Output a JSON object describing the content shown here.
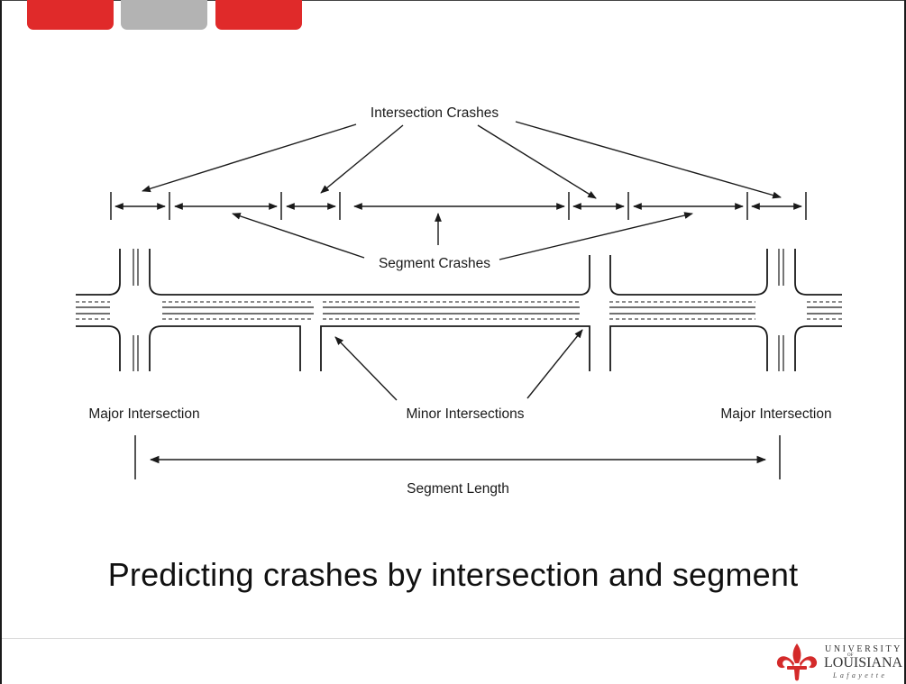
{
  "diagram": {
    "labels": {
      "intersection_crashes": "Intersection Crashes",
      "segment_crashes": "Segment Crashes",
      "major_intersection_left": "Major Intersection",
      "minor_intersections": "Minor Intersections",
      "major_intersection_right": "Major Intersection",
      "segment_length": "Segment Length"
    }
  },
  "caption": "Predicting crashes by intersection and segment",
  "logo": {
    "university": "UNIVERSITY",
    "of": "OF",
    "louisiana": "LOUISIANA",
    "lafayette": "Lafayette"
  },
  "colors": {
    "accent_red": "#e02a2a",
    "tab_gray": "#b3b3b3",
    "ink": "#1a1a1a",
    "logo_red": "#d42a2a"
  }
}
